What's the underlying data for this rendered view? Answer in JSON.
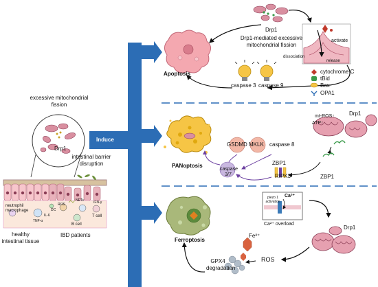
{
  "left": {
    "excessive_fission": "excessive mitochondrial fission",
    "drp1": "Drp1",
    "barrier_disruption": "intestinal barrier disruption",
    "neutrophil": "neutrophil",
    "macrophage": "macrophage",
    "tnf": "TNF-α",
    "il6": "IL-6",
    "dc": "DC",
    "ros": "ROS",
    "nets": "NETs",
    "ifn": "IFN-γ",
    "b_cell": "B cell",
    "t_cell": "T cell",
    "healthy": "healthy intestinal tissue",
    "ibd": "IBD patients",
    "induce": "Induce"
  },
  "apoptosis": {
    "title": "Apoptosis",
    "drp1": "Drp1",
    "desc": "Drp1-mediated excessive mitochondrial fission",
    "activate": "activate",
    "dissociation": "dissociation",
    "release": "release",
    "caspase3": "caspase 3",
    "caspase9": "caspase 9",
    "legend": [
      "cytochrome C",
      "tBid",
      "Bax",
      "OPA1"
    ]
  },
  "panoptosis": {
    "title": "PANoptosis",
    "mtros": "mt-ROS↑",
    "atp": "ATP↑",
    "drp1": "Drp1",
    "zbp1_top": "ZBP1",
    "zbp1_mid": "ZBP1",
    "ripk3": "RIPK3",
    "gsdmd": "GSDMD",
    "mklk": "MKLK",
    "caspase8": "caspase 8",
    "caspase37": "caspase 3/7"
  },
  "ferroptosis": {
    "title": "Ferroptosis",
    "piezo": "piezo 1 activation",
    "ca": "Ca²⁺",
    "ca_overload": "Ca²⁺ overload",
    "drp1": "Drp1",
    "fe": "Fe²⁺",
    "ros": "ROS",
    "gpx4": "GPX4 degradation"
  },
  "colors": {
    "arrow_blue": "#2c6db5",
    "dash_blue": "#2c6db5",
    "cell_pink": "#f4a8b0",
    "mito_pink": "#d98fa0",
    "bulb_yellow": "#f6c545",
    "olive_cell": "#a9b87a"
  }
}
